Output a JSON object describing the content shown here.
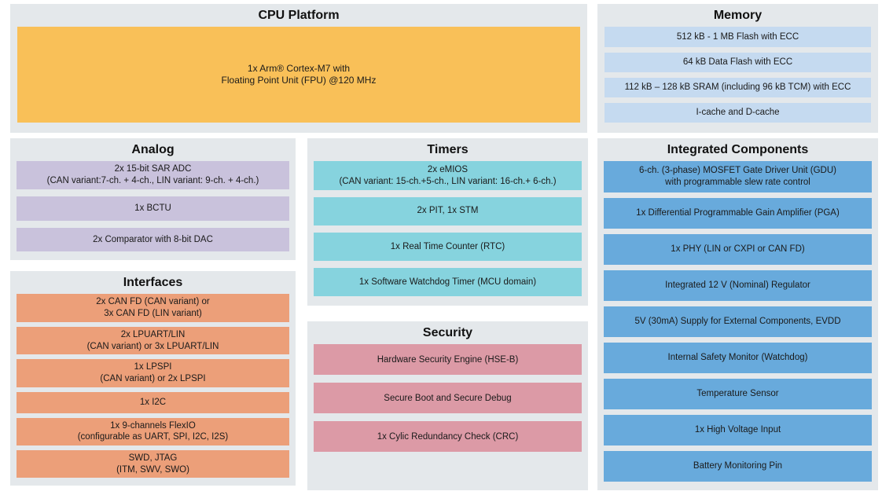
{
  "diagram": {
    "theme": {
      "page_background": "#ffffff",
      "panel_background": "#e4e8eb",
      "cpu_color": "#f9c058",
      "memory_color": "#c5daf0",
      "analog_color": "#c9c2dc",
      "interfaces_color": "#ec9f79",
      "timers_color": "#86d3de",
      "security_color": "#dc9aa6",
      "integrated_color": "#68aadc",
      "text_color": "#1a1a1a"
    },
    "cpu_platform": {
      "title": "CPU Platform",
      "blocks": [
        "1x Arm® Cortex-M7 with\nFloating Point Unit (FPU) @120 MHz"
      ]
    },
    "memory": {
      "title": "Memory",
      "blocks": [
        "512 kB - 1 MB Flash with ECC",
        "64 kB Data Flash with ECC",
        "112 kB – 128 kB SRAM (including 96 kB TCM) with ECC",
        "I-cache and D-cache"
      ]
    },
    "analog": {
      "title": "Analog",
      "blocks": [
        "2x 15-bit SAR ADC\n(CAN variant:7-ch. + 4-ch., LIN variant: 9-ch. + 4-ch.)",
        "1x BCTU",
        "2x Comparator with 8-bit DAC"
      ]
    },
    "interfaces": {
      "title": "Interfaces",
      "blocks": [
        "2x CAN FD (CAN variant) or\n3x CAN FD (LIN variant)",
        "2x LPUART/LIN\n(CAN variant) or 3x LPUART/LIN",
        "1x LPSPI\n(CAN variant) or 2x LPSPI",
        "1x I2C",
        "1x 9-channels FlexIO\n(configurable as UART, SPI, I2C, I2S)",
        "SWD, JTAG\n(ITM, SWV, SWO)"
      ]
    },
    "timers": {
      "title": "Timers",
      "blocks": [
        "2x eMIOS\n(CAN variant: 15-ch.+5-ch., LIN variant: 16-ch.+ 6-ch.)",
        "2x PIT, 1x STM",
        "1x Real Time Counter (RTC)",
        "1x Software Watchdog Timer (MCU domain)"
      ]
    },
    "security": {
      "title": "Security",
      "blocks": [
        "Hardware Security Engine (HSE-B)",
        "Secure Boot and Secure Debug",
        "1x Cylic Redundancy Check (CRC)"
      ]
    },
    "integrated_components": {
      "title": "Integrated Components",
      "blocks": [
        "6-ch. (3-phase) MOSFET Gate Driver Unit (GDU)\nwith programmable slew rate control",
        "1x Differential Programmable Gain Amplifier (PGA)",
        "1x PHY (LIN or CXPI or CAN FD)",
        "Integrated 12 V (Nominal) Regulator",
        "5V (30mA) Supply for External Components, EVDD",
        "Internal Safety Monitor (Watchdog)",
        "Temperature Sensor",
        "1x High Voltage Input",
        "Battery Monitoring Pin"
      ]
    }
  }
}
